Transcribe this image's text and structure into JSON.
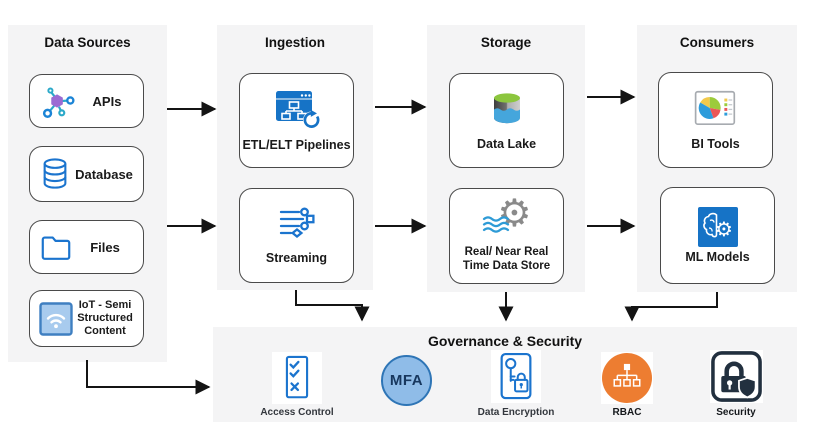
{
  "columns": [
    {
      "title": "Data Sources",
      "items": [
        {
          "label": "APIs",
          "icon": "api-molecule-icon"
        },
        {
          "label": "Database",
          "icon": "database-cylinder-icon"
        },
        {
          "label": "Files",
          "icon": "folder-icon"
        },
        {
          "label": "IoT - Semi Structured Content",
          "icon": "iot-wifi-icon"
        }
      ]
    },
    {
      "title": "Ingestion",
      "items": [
        {
          "label": "ETL/ELT Pipelines",
          "icon": "etl-window-refresh-icon"
        },
        {
          "label": "Streaming",
          "icon": "streaming-lines-icon"
        }
      ]
    },
    {
      "title": "Storage",
      "items": [
        {
          "label": "Data Lake",
          "icon": "data-lake-cylinder-icon"
        },
        {
          "label": "Real/ Near Real Time Data Store",
          "icon": "gear-waves-icon"
        }
      ]
    },
    {
      "title": "Consumers",
      "items": [
        {
          "label": "BI Tools",
          "icon": "pie-chart-report-icon"
        },
        {
          "label": "ML Models",
          "icon": "brain-gear-icon"
        }
      ]
    }
  ],
  "governance": {
    "title": "Governance & Security",
    "items": [
      {
        "label": "Access Control",
        "icon": "checklist-icon"
      },
      {
        "label": "MFA",
        "icon": "mfa-circle-badge"
      },
      {
        "label": "Data Encryption",
        "icon": "key-lock-icon"
      },
      {
        "label": "RBAC",
        "icon": "org-hierarchy-icon"
      },
      {
        "label": "Security",
        "icon": "lock-shield-icon"
      }
    ]
  },
  "colors": {
    "panel_bg": "#F4F4F5",
    "box_border": "#4A4A4A",
    "icon_blue": "#1B74CE",
    "icon_teal": "#2BA9C9",
    "icon_purple": "#9B6BD3",
    "lake_green": "#8CC63E",
    "lake_water": "#45A6DC",
    "gear_gray": "#8A8A8A",
    "mfa_fill": "#8FBCE8",
    "mfa_border": "#2E75B6",
    "rbac_orange": "#ED7D31",
    "security_navy": "#22303F",
    "arrow": "#141414"
  }
}
